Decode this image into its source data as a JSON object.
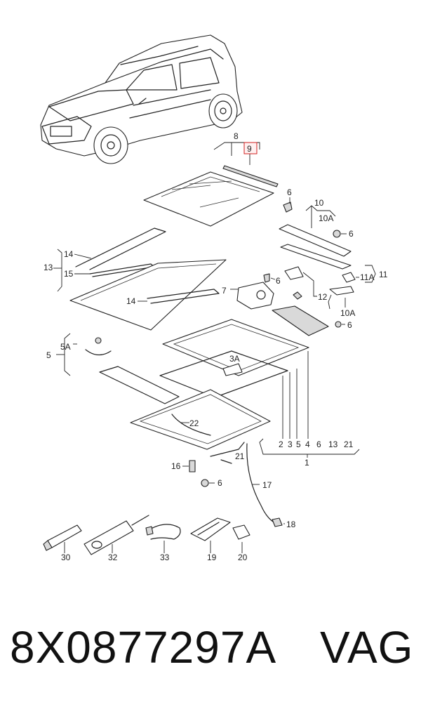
{
  "diagram": {
    "callouts": {
      "c1": "1",
      "c2": "2",
      "c3": "3",
      "c3A": "3A",
      "c4": "4",
      "c5": "5",
      "c5A": "5A",
      "c6": "6",
      "c7": "7",
      "c8": "8",
      "c9": "9",
      "c10": "10",
      "c10A": "10A",
      "c11": "11",
      "c11A": "11A",
      "c12": "12",
      "c13": "13",
      "c14": "14",
      "c15": "15",
      "c16": "16",
      "c17": "17",
      "c18": "18",
      "c19": "19",
      "c20": "20",
      "c21": "21",
      "c22": "22",
      "c30": "30",
      "c32": "32",
      "c33": "33"
    },
    "highlight_color": "#d02020"
  },
  "footer": {
    "part_number": "8X0877297A",
    "brand": "VAG"
  }
}
